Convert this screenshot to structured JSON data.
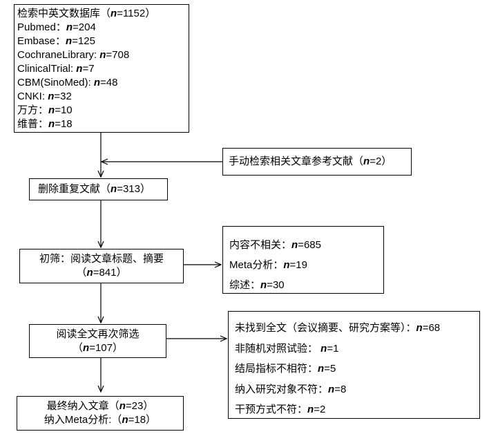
{
  "search_box": {
    "lines": [
      {
        "pre": "检索中英文数据库（",
        "n": "n",
        "post": "=1152）"
      },
      {
        "pre": "Pubmed：",
        "n": "n",
        "post": "=204"
      },
      {
        "pre": "Embase：",
        "n": "n",
        "post": "=125"
      },
      {
        "pre": "CochraneLibrary: ",
        "n": "n",
        "post": "=708"
      },
      {
        "pre": "ClinicalTrial: ",
        "n": "n",
        "post": "=7"
      },
      {
        "pre": "CBM(SinoMed): ",
        "n": "n",
        "post": "=48"
      },
      {
        "pre": "CNKI: ",
        "n": "n",
        "post": "=32"
      },
      {
        "pre": "万方：",
        "n": "n",
        "post": "=10"
      },
      {
        "pre": "维普：",
        "n": "n",
        "post": "=18"
      }
    ]
  },
  "manual_box": {
    "pre": "手动检索相关文章参考文献（",
    "n": "n",
    "post": "=2）"
  },
  "dedup_box": {
    "pre": "删除重复文献（",
    "n": "n",
    "post": "=313）"
  },
  "screen_box": {
    "line1": "初筛：阅读文章标题、摘要",
    "line2": {
      "pre": "（",
      "n": "n",
      "post": "=841）"
    }
  },
  "exclude1_box": {
    "lines": [
      {
        "pre": "内容不相关：",
        "n": "n",
        "post": "=685"
      },
      {
        "pre": "Meta分析：",
        "n": "n",
        "post": "=19"
      },
      {
        "pre": "综述：",
        "n": "n",
        "post": "=30"
      }
    ]
  },
  "fulltext_box": {
    "line1": "阅读全文再次筛选",
    "line2": {
      "pre": "（",
      "n": "n",
      "post": "=107）"
    }
  },
  "exclude2_box": {
    "lines": [
      {
        "pre": "未找到全文（会议摘要、研究方案等）：",
        "n": "n",
        "post": "=68"
      },
      {
        "pre": "非随机对照试验：  ",
        "n": "n",
        "post": "=1"
      },
      {
        "pre": "结局指标不相符：",
        "n": "n",
        "post": "=5"
      },
      {
        "pre": "纳入研究对象不符：",
        "n": "n",
        "post": "=8"
      },
      {
        "pre": "干预方式不符：",
        "n": "n",
        "post": "=2"
      }
    ]
  },
  "final_box": {
    "line1": {
      "pre": "最终纳入文章（",
      "n": "n",
      "post": "=23）"
    },
    "line2": {
      "pre": "纳入Meta分析:（",
      "n": "n",
      "post": "=18）"
    }
  }
}
